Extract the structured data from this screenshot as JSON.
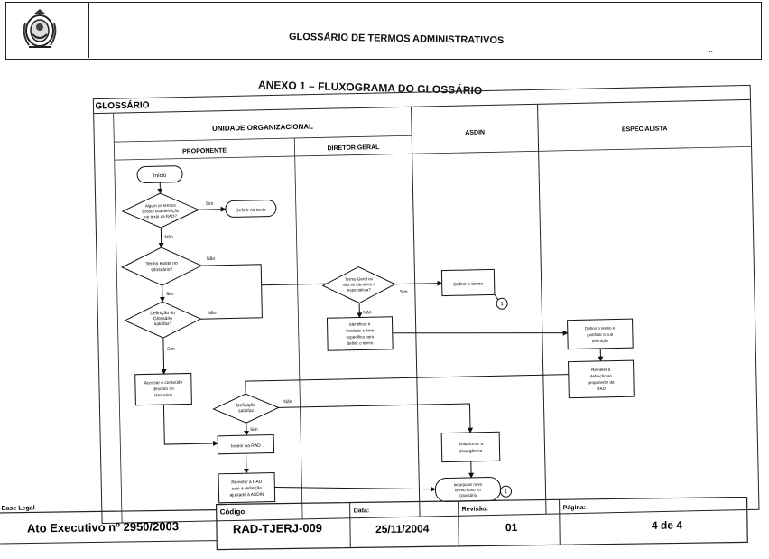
{
  "header": {
    "title": "GLOSSÁRIO DE TERMOS ADMINISTRATIVOS",
    "corner_mark": ".."
  },
  "annex_title": "ANEXO 1 – FLUXOGRAMA DO GLOSSÁRIO",
  "flowchart": {
    "pool_title": "GLOSSÁRIO",
    "lane_group": "UNIDADE ORGANIZACIONAL",
    "lanes": [
      "PROPONENTE",
      "DIRETOR GERAL",
      "ASDIN",
      "ESPECIALISTA"
    ],
    "nodes": {
      "start": "Início",
      "d1": [
        "Algum os termos",
        "possui sua definição",
        "no texto da RAD?"
      ],
      "define_text": "Definir no texto",
      "d2": [
        "Termo existe no",
        "Glossário?"
      ],
      "d3": [
        "Definição do",
        "Glossário",
        "satisfaz?"
      ],
      "access": [
        "Acessar o conteúdo",
        "descrito no",
        "Glossário"
      ],
      "d4": [
        "Definição",
        "satisfaz"
      ],
      "insert": "Inserir na RAD",
      "send": [
        "Remeter a RAD",
        "com a definição",
        "ajustada à ASDIN"
      ],
      "d_dg": [
        "Termo Geral ou",
        "não se identifica o",
        "especialista?"
      ],
      "identify": [
        "Identificar a",
        "Unidade a área",
        "específica para",
        "definir o termo"
      ],
      "define_term": "Definir o termo",
      "solve": [
        "Solucionar a",
        "divergência"
      ],
      "incorporate": [
        "Incorporar novo",
        "termo novo no",
        "Glossário"
      ],
      "esp_define": [
        "Definir o termo e",
        "justificar a sua",
        "definição"
      ],
      "esp_send": [
        "Remeter a",
        "definição ao",
        "proponente da",
        "RAD"
      ],
      "connector": "1"
    },
    "labels": {
      "yes": "Sim",
      "no": "Não"
    }
  },
  "footer": {
    "base_label": "Base Legal",
    "base_value": "Ato Executivo nº 2950/2003",
    "code_label": "Código:",
    "code_value": "RAD-TJERJ-009",
    "date_label": "Data:",
    "date_value": "25/11/2004",
    "rev_label": "Revisão:",
    "rev_value": "01",
    "page_label": "Página:",
    "page_value": "4 de 4"
  }
}
